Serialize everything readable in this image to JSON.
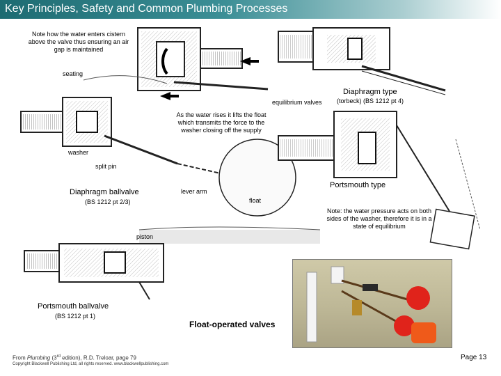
{
  "header": {
    "title": "Key Principles, Safety and Common Plumbing Processes"
  },
  "labels": {
    "cistern_note": "Note how the water enters cistern above the valve thus ensuring an air gap is maintained",
    "seating": "seating",
    "equilibrium_valves": "equilibrium valves",
    "diaphragm_type": "Diaphragm type",
    "torbeck": "(torbeck) (BS 1212 pt 4)",
    "float_rises_note": "As the water rises it lifts the float which transmits the force to the washer closing off the supply",
    "washer": "washer",
    "split_pin": "split pin",
    "portsmouth_type": "Portsmouth type",
    "diaphragm_ballvalve": "Diaphragm ballvalve",
    "bs_1212_pt23": "(BS 1212 pt 2/3)",
    "lever_arm": "lever arm",
    "float": "float",
    "pressure_note": "Note: the water pressure acts on both sides of the washer, therefore it is in a state of equilibrium",
    "piston": "piston",
    "portsmouth_ballvalve": "Portsmouth ballvalve",
    "bs_1212_pt1": "(BS 1212 pt 1)",
    "float_operated": "Float-operated valves"
  },
  "footer": {
    "source_prefix": "From ",
    "source_book": "Plumbing",
    "source_edition_pre": " (3",
    "source_edition_sup": "rd",
    "source_rest": " edition), R.D. Treloar, page 79",
    "copyright": "Copyright Blackwell Publishing Ltd, all rights reserved. www.blackwellpublishing.com",
    "page": "Page 13"
  },
  "colors": {
    "title_bar_start": "#1d6b72",
    "title_text": "#ffffff",
    "float_red": "#e0231b",
    "valve_white": "#f4f4f4"
  }
}
